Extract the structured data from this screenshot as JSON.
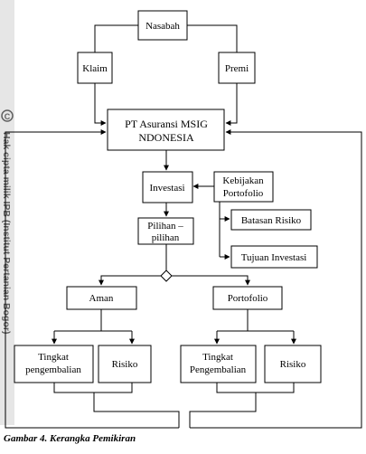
{
  "watermark": {
    "text": "Hak cipta milik IPB (Institut Pertanian Bogor)",
    "symbol": "©"
  },
  "nodes": {
    "nasabah": "Nasabah",
    "klaim": "Klaim",
    "premi": "Premi",
    "pt_line1": "PT Asuransi MSIG",
    "pt_line2": "NDONESIA",
    "investasi": "Investasi",
    "kebijakan_line1": "Kebijakan",
    "kebijakan_line2": "Portofolio",
    "batasan": "Batasan Risiko",
    "tujuan": "Tujuan Investasi",
    "pilihan_line1": "Pilihan –",
    "pilihan_line2": "pilihan",
    "aman": "Aman",
    "portofolio": "Portofolio",
    "tingkat_left_line1": "Tingkat",
    "tingkat_left_line2": "pengembalian",
    "risiko_left": "Risiko",
    "tingkat_right_line1": "Tingkat",
    "tingkat_right_line2": "Pengembalian",
    "risiko_right": "Risiko"
  },
  "caption": "Gambar 4. Kerangka Pemikiran"
}
